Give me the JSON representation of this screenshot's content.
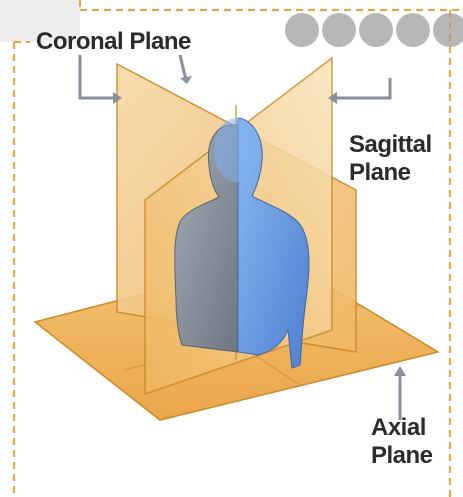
{
  "labels": {
    "coronal": "Coronal Plane",
    "sagittal_line1": "Sagittal",
    "sagittal_line2": "Plane",
    "axial_line1": "Axial",
    "axial_line2": "Plane"
  },
  "colors": {
    "frame_dash": "#f2a23a",
    "plane_fill": "#f5c77e",
    "plane_stroke": "#c98a2a",
    "body_blue": "#6f9fe0",
    "body_gray": "#8f98a3",
    "callout": "#8a9099"
  }
}
